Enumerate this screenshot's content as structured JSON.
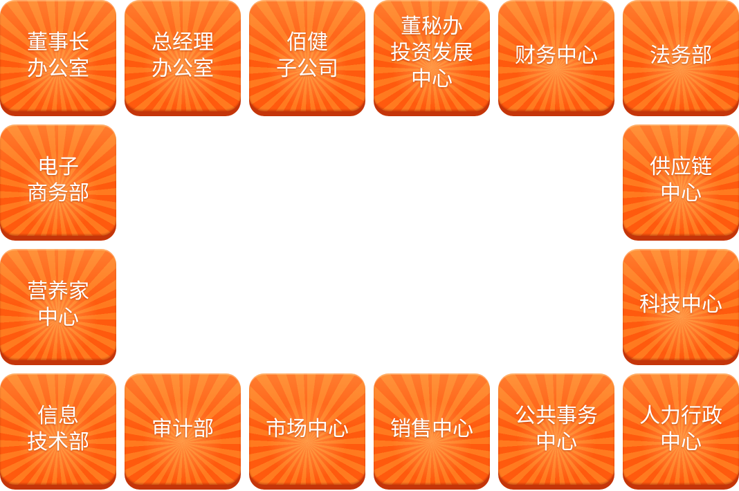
{
  "tiles": [
    {
      "label": "董事长\n办公室"
    },
    {
      "label": "总经理\n办公室"
    },
    {
      "label": "佰健\n子公司"
    },
    {
      "label": "董秘办\n投资发展\n中心"
    },
    {
      "label": "财务中心"
    },
    {
      "label": "法务部"
    },
    {
      "label": "电子\n商务部"
    },
    {
      "label": "供应链\n中心"
    },
    {
      "label": "营养家\n中心"
    },
    {
      "label": "科技中心"
    },
    {
      "label": "信息\n技术部"
    },
    {
      "label": "审计部"
    },
    {
      "label": "市场中心"
    },
    {
      "label": "销售中心"
    },
    {
      "label": "公共事务\n中心"
    },
    {
      "label": "人力行政\n中心"
    }
  ]
}
